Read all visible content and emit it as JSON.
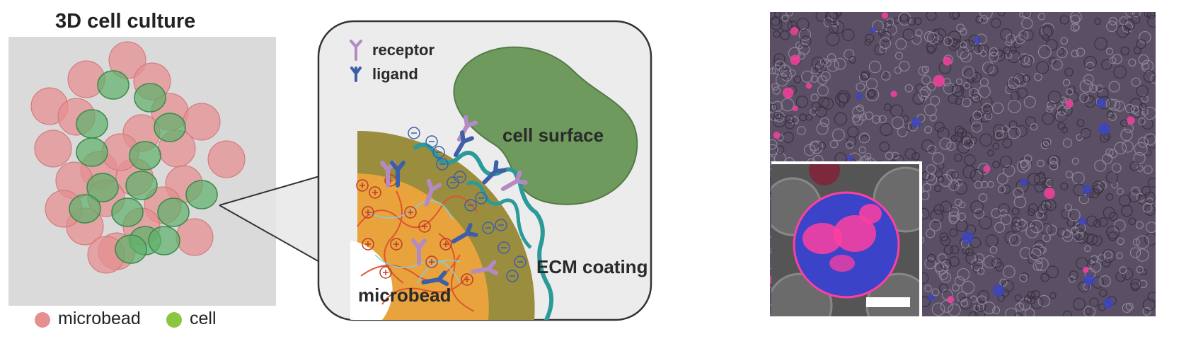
{
  "panel_a": {
    "title": "3D cell culture",
    "legend": [
      {
        "label": "microbead",
        "color": "#e58f91"
      },
      {
        "label": "cell",
        "color": "#8cc63f"
      }
    ]
  },
  "inset": {
    "legend": [
      {
        "label": "receptor",
        "color": "#b38bc4"
      },
      {
        "label": "ligand",
        "color": "#3d5fa8"
      }
    ],
    "labels": {
      "cell_surface": "cell surface",
      "ecm_coating": "ECM coating",
      "microbead": "microbead"
    }
  },
  "panel_b": {
    "colors": {
      "background": "#5a4f64",
      "cell_blue": "#3b44c9",
      "cell_pink": "#ff3fa0",
      "scalebar": "#ffffff"
    }
  }
}
